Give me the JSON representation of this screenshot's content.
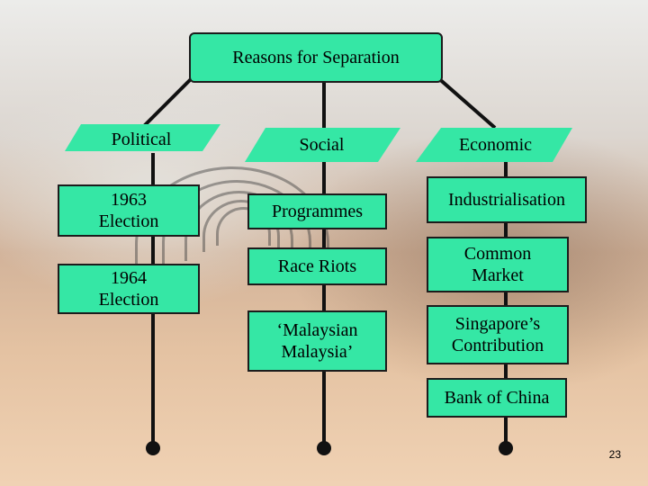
{
  "diagram": {
    "root": "Reasons for Separation",
    "columns": [
      {
        "header": "Political",
        "items": [
          "1963 Election",
          "1964 Election"
        ]
      },
      {
        "header": "Social",
        "items": [
          "Programmes",
          "Race Riots",
          "‘Malaysian Malaysia’"
        ]
      },
      {
        "header": "Economic",
        "items": [
          "Industrialisation",
          "Common Market",
          "Singapore’s Contribution",
          "Bank of China"
        ]
      }
    ]
  },
  "slide": {
    "page_number": "23"
  },
  "colors": {
    "box_fill": "#35e7a5",
    "line": "#111111",
    "background": "photo-bg"
  }
}
